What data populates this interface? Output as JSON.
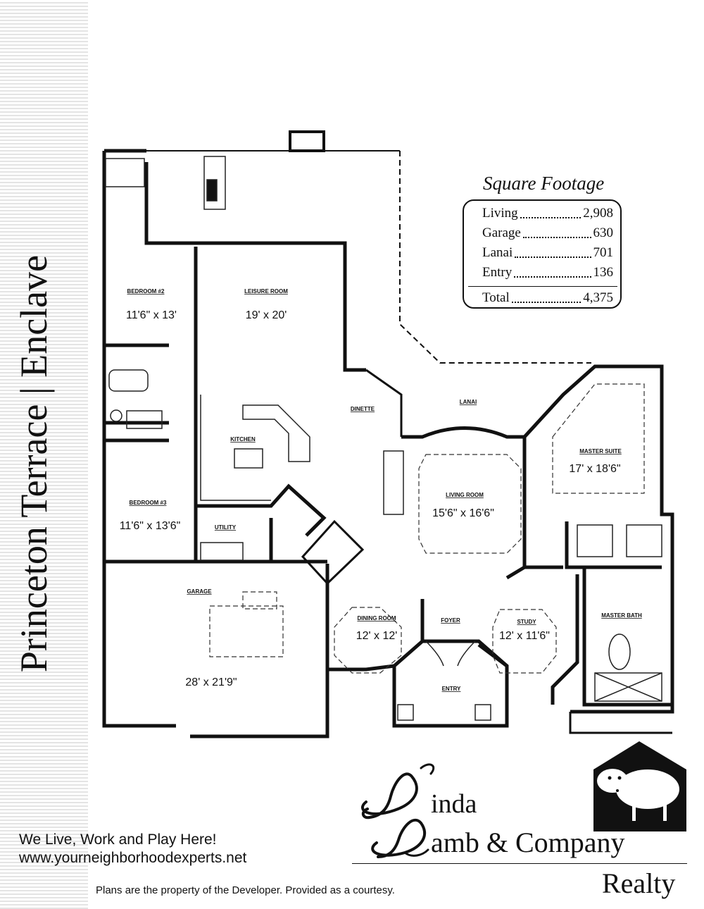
{
  "title": "Princeton Terrace | Enclave",
  "square_footage": {
    "heading": "Square Footage",
    "rows": [
      {
        "label": "Living",
        "value": "2,908"
      },
      {
        "label": "Garage",
        "value": "630"
      },
      {
        "label": "Lanai",
        "value": "701"
      },
      {
        "label": "Entry",
        "value": "136"
      }
    ],
    "total": {
      "label": "Total",
      "value": "4,375"
    }
  },
  "rooms": {
    "bedroom2": {
      "name": "BEDROOM #2",
      "size": "11'6\" x 13'"
    },
    "leisure": {
      "name": "LEISURE ROOM",
      "size": "19' x 20'"
    },
    "dinette": {
      "name": "DINETTE"
    },
    "lanai": {
      "name": "LANAI"
    },
    "master_suite": {
      "name": "MASTER SUITE",
      "size": "17' x 18'6\""
    },
    "kitchen": {
      "name": "KITCHEN"
    },
    "living": {
      "name": "LIVING ROOM",
      "size": "15'6\" x 16'6\""
    },
    "bedroom3": {
      "name": "BEDROOM #3",
      "size": "11'6\" x 13'6\""
    },
    "utility": {
      "name": "UTILITY"
    },
    "garage": {
      "name": "GARAGE",
      "size": "28' x 21'9\""
    },
    "dining": {
      "name": "DINING ROOM",
      "size": "12' x 12'"
    },
    "foyer": {
      "name": "FOYER"
    },
    "study": {
      "name": "STUDY",
      "size": "12' x 11'6\""
    },
    "master_bath": {
      "name": "MASTER BATH"
    },
    "entry": {
      "name": "ENTRY"
    }
  },
  "footer": {
    "tagline": "We Live, Work and Play Here!",
    "website": "www.yourneighborhoodexperts.net",
    "disclaimer": "Plans are the property of the Developer.  Provided as a courtesy."
  },
  "logo": {
    "line1": "inda",
    "line2": "amb & Company",
    "line3": "Realty",
    "initial1": "L",
    "initial2": "L"
  }
}
